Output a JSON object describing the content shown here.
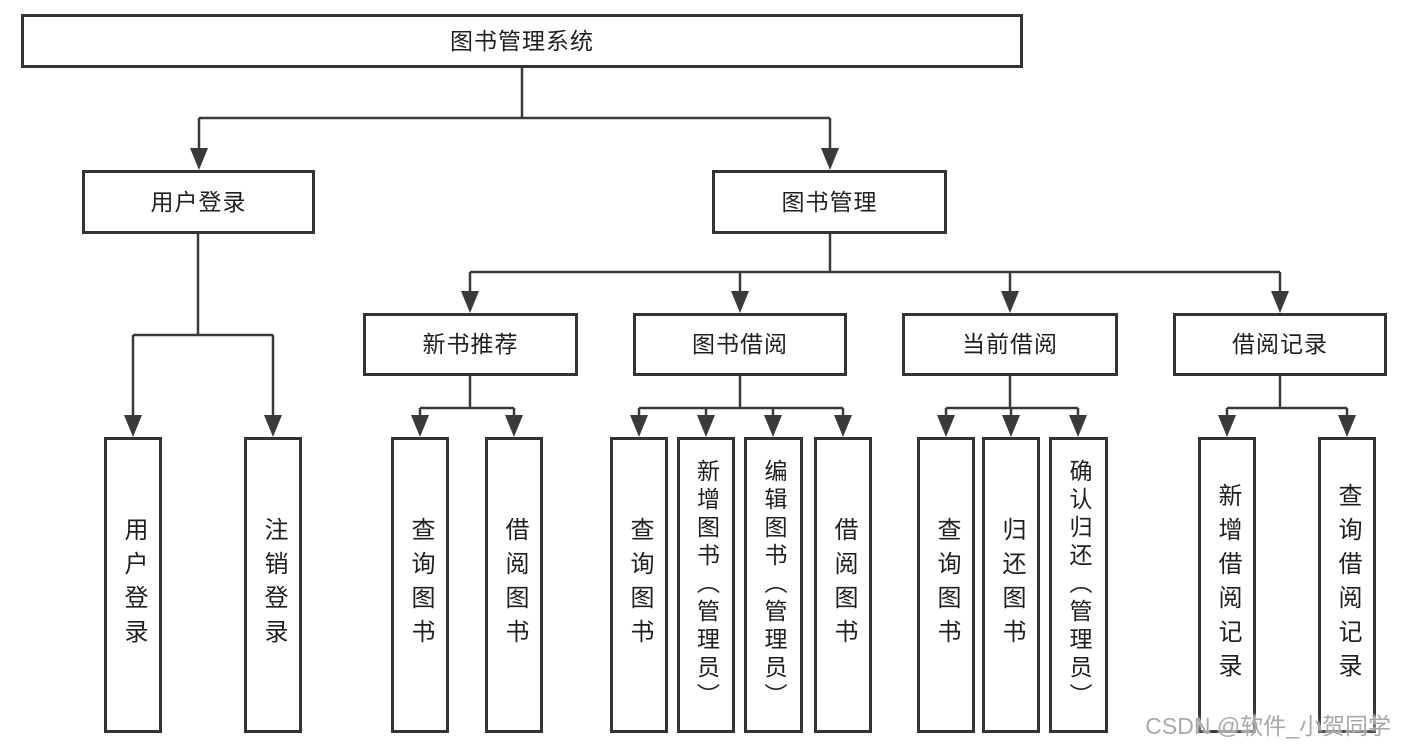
{
  "diagram_type": "function-structure-tree",
  "colors": {
    "line": "#3a3a3a",
    "box_border": "#343434",
    "text": "#1f1f1f",
    "background": "#ffffff",
    "watermark": "#9e9e9e"
  },
  "tree": {
    "root": {
      "label": "图书管理系统",
      "children": [
        {
          "label": "用户登录",
          "children": [
            {
              "label": "用户登录"
            },
            {
              "label": "注销登录"
            }
          ]
        },
        {
          "label": "图书管理",
          "children": [
            {
              "label": "新书推荐",
              "children": [
                {
                  "label": "查询图书"
                },
                {
                  "label": "借阅图书"
                }
              ]
            },
            {
              "label": "图书借阅",
              "children": [
                {
                  "label": "查询图书"
                },
                {
                  "label": "新增图书（管理员）"
                },
                {
                  "label": "编辑图书（管理员）"
                },
                {
                  "label": "借阅图书"
                }
              ]
            },
            {
              "label": "当前借阅",
              "children": [
                {
                  "label": "查询图书"
                },
                {
                  "label": "归还图书"
                },
                {
                  "label": "确认归还（管理员）"
                }
              ]
            },
            {
              "label": "借阅记录",
              "children": [
                {
                  "label": "新增借阅记录"
                },
                {
                  "label": "查询借阅记录"
                }
              ]
            }
          ]
        }
      ]
    }
  },
  "watermark": {
    "text": "CSDN @软件_小贺同学"
  }
}
